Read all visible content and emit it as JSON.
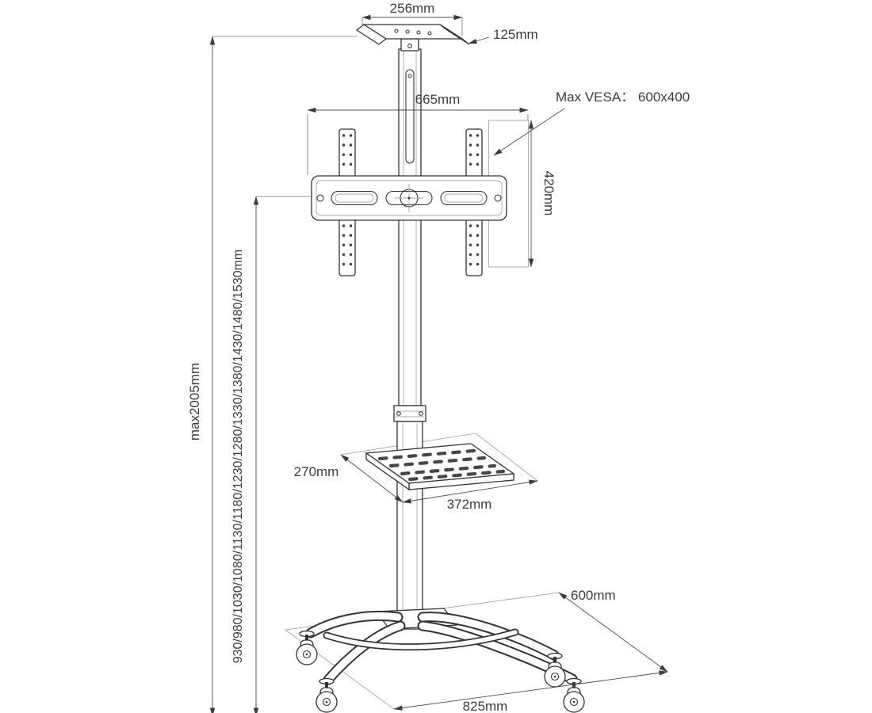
{
  "drawing": {
    "labels": {
      "top_plate_width": "256mm",
      "top_plate_depth": "125mm",
      "bracket_width": "665mm",
      "max_vesa": "Max VESA： 600x400",
      "vesa_height": "420mm",
      "max_height": "max2005mm",
      "height_adjustments": "930/980/1030/1080/1130/1180/1230/1280/1330/1380/1430/1480/1530mm",
      "shelf_depth": "270mm",
      "shelf_width": "372mm",
      "base_depth": "600mm",
      "base_width": "825mm"
    },
    "colors": {
      "outline": "#333333",
      "dimension": "#4d4d4d",
      "plane": "#9a9a9a",
      "text": "#3c3c3c",
      "background": "#ffffff"
    }
  }
}
